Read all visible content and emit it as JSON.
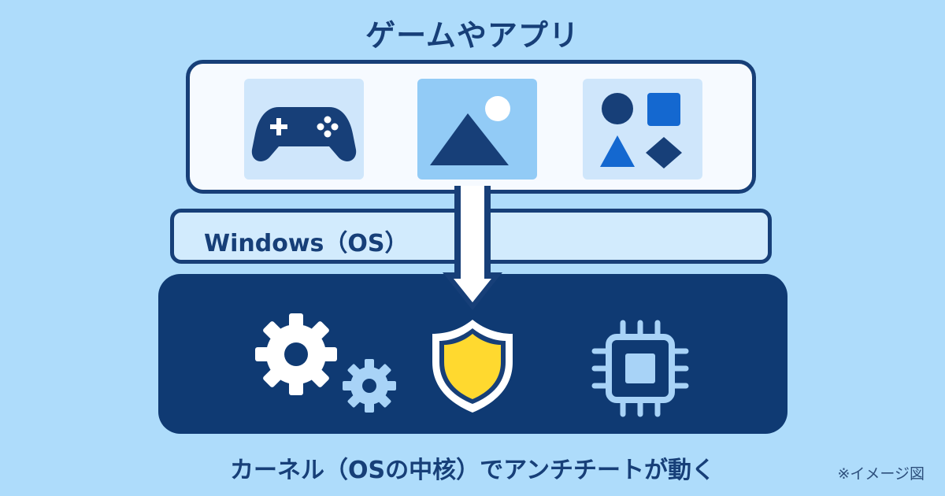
{
  "title": "ゲームやアプリ",
  "apps": {
    "items": [
      {
        "icon": "game-controller-icon"
      },
      {
        "icon": "image-icon"
      },
      {
        "icon": "shapes-icon"
      }
    ]
  },
  "os": {
    "label": "Windows（OS）"
  },
  "kernel": {
    "items": [
      {
        "icon": "gears-icon"
      },
      {
        "icon": "shield-icon"
      },
      {
        "icon": "cpu-chip-icon"
      }
    ]
  },
  "caption": "カーネル（OSの中核）でアンチチートが動く",
  "note": "※イメージ図",
  "colors": {
    "background": "#aedcfb",
    "navy": "#173f78",
    "kernel": "#0f3a73",
    "shield": "#ffd92f",
    "accent": "#1468d0"
  }
}
